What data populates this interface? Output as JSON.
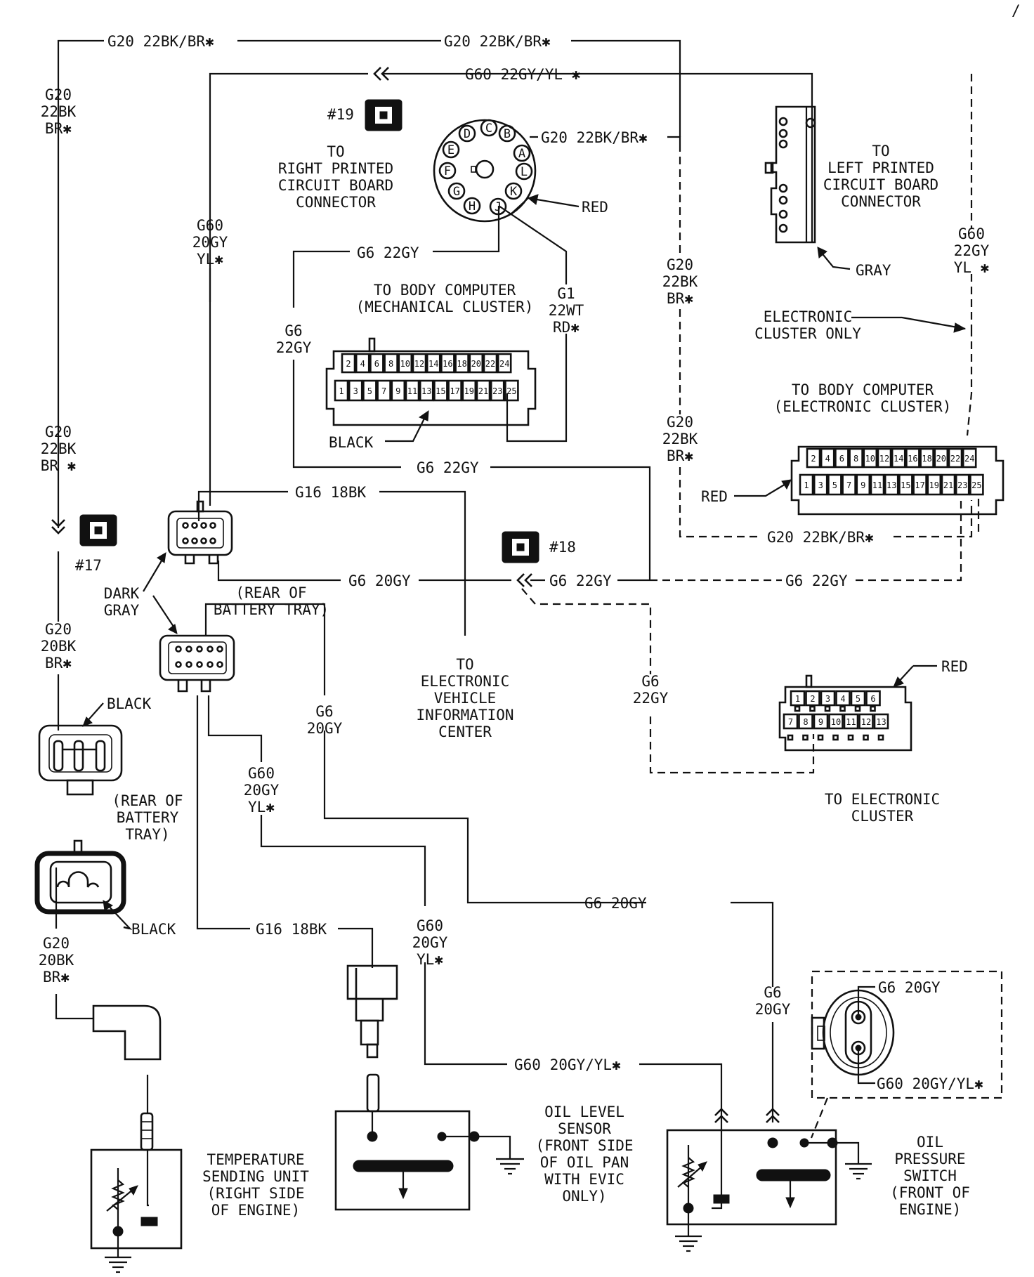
{
  "wire_labels": {
    "top_left": "G20 22BK/BR✱",
    "top_mid": "G20 22BK/BR✱",
    "g60_top": "G60 22GY/YL ✱",
    "ign_b": "G20 22BK/BR✱",
    "g6_22gy_top": "G6 22GY",
    "g6_22gy_mid": "G6 22GY",
    "g16_18bk_top": "G16 18BK",
    "g6_20gy_mid": "G6 20GY",
    "g6_22gy_18": "G6 22GY",
    "g6_22gy_right": "G6 22GY",
    "g20_bottom_dashed": "G20 22BK/BR✱",
    "g16_18bk_bottom": "G16 18BK",
    "g6_20gy_bottom": "G6 20GY",
    "g60_20gy_bottom": "G60 20GY/YL✱",
    "pressure_g6": "G6 20GY",
    "pressure_g60": "G60 20GY/YL✱"
  },
  "vertical_labels": {
    "left_top": [
      "G20",
      "22BK",
      "BR✱"
    ],
    "left_mid": [
      "G20",
      "22BK",
      "BR ✱"
    ],
    "left_low": [
      "G20",
      "20BK",
      "BR✱"
    ],
    "left_bottom": [
      "G20",
      "20BK",
      "BR✱"
    ],
    "g60_left": [
      "G60",
      "20GY",
      "YL✱"
    ],
    "g6_left": [
      "G6",
      "22GY"
    ],
    "g1": [
      "G1",
      "22WT",
      "RD✱"
    ],
    "g20_mid_upper": [
      "G20",
      "22BK",
      "BR✱"
    ],
    "g20_mid_lower": [
      "G20",
      "22BK",
      "BR✱"
    ],
    "g60_right": [
      "G60",
      "22GY",
      "YL ✱"
    ],
    "g6_dashed": [
      "G6",
      "22GY"
    ],
    "g6_20gy_a": [
      "G6",
      "20GY"
    ],
    "g60_20gy_a": [
      "G60",
      "20GY",
      "YL✱"
    ],
    "g60_20gy_b": [
      "G60",
      "20GY",
      "YL✱"
    ],
    "g6_20gy_b": [
      "G6",
      "20GY"
    ]
  },
  "callouts": {
    "ref19": "#19",
    "ref18": "#18",
    "ref17": "#17",
    "right_pcb": [
      "TO",
      "RIGHT PRINTED",
      "CIRCUIT BOARD",
      "CONNECTOR"
    ],
    "left_pcb": [
      "TO",
      "LEFT PRINTED",
      "CIRCUIT BOARD",
      "CONNECTOR"
    ],
    "body_mech": [
      "TO BODY COMPUTER",
      "(MECHANICAL CLUSTER)"
    ],
    "body_elec": [
      "TO BODY COMPUTER",
      "(ELECTRONIC CLUSTER)"
    ],
    "elec_only": [
      "ELECTRONIC",
      "CLUSTER ONLY"
    ],
    "evic": [
      "TO",
      "ELECTRONIC",
      "VEHICLE",
      "INFORMATION",
      "CENTER"
    ],
    "to_elec_cluster": [
      "TO ELECTRONIC",
      "CLUSTER"
    ],
    "rear_tray_top": [
      "(REAR OF",
      "BATTERY TRAY)"
    ],
    "rear_tray_left": [
      "(REAR OF",
      "BATTERY",
      "TRAY)"
    ],
    "dark_gray": [
      "DARK",
      "GRAY"
    ],
    "temp_unit": [
      "TEMPERATURE",
      "SENDING UNIT",
      "(RIGHT SIDE",
      "OF ENGINE)"
    ],
    "oil_level": [
      "OIL LEVEL",
      "SENSOR",
      "(FRONT SIDE",
      "OF OIL PAN",
      "WITH EVIC",
      "ONLY)"
    ],
    "oil_pressure": [
      "OIL",
      "PRESSURE",
      "SWITCH",
      "(FRONT OF",
      "ENGINE)"
    ]
  },
  "colors": {
    "red_mech_conn": "RED",
    "gray_pcb": "GRAY",
    "black_mech": "BLACK",
    "red_elec": "RED",
    "red_cluster": "RED",
    "black_temp_top": "BLACK",
    "black_temp_bottom": "BLACK"
  },
  "round_connector_pins": [
    "A",
    "B",
    "C",
    "D",
    "E",
    "F",
    "G",
    "H",
    "J",
    "K",
    "L"
  ],
  "body_connector_pins": {
    "top": [
      "2",
      "4",
      "6",
      "8",
      "10",
      "12",
      "14",
      "16",
      "18",
      "20",
      "22",
      "24"
    ],
    "bottom": [
      "1",
      "3",
      "5",
      "7",
      "9",
      "11",
      "13",
      "15",
      "17",
      "19",
      "21",
      "23",
      "25"
    ]
  },
  "cluster_connector_pins": {
    "top": [
      "1",
      "2",
      "3",
      "4",
      "5",
      "6"
    ],
    "bottom": [
      "7",
      "8",
      "9",
      "10",
      "11",
      "12",
      "13"
    ]
  },
  "page_marker": "/",
  "wire_color": "#111111"
}
